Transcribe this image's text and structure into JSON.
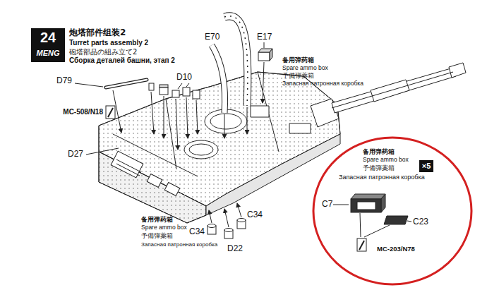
{
  "diagram": {
    "title": "炮塔部件组装2",
    "nodes": [
      {
        "text": [
          "24",
          "MENG"
        ]
      },
      {
        "text": [
          "备用弹药箱",
          "Spare ammo box",
          "予備弾薬箱",
          "Запасная патронная коробка",
          "C7",
          "C23",
          "MC-203/N78"
        ]
      },
      {
        "text": [
          "×5"
        ],
        "in": 1
      }
    ],
    "labels": [
      "Turret parts assembly 2",
      "砲塔部品の組み立て2",
      "Сборка деталей башни, этап 2",
      "D79",
      "MC-508/N18",
      "E70",
      "E17",
      "D10",
      "备用弹药箱",
      "Spare ammo box",
      "予備弾薬箱",
      "Запасная патронная коробка",
      "D27",
      "C34",
      "备用弹药箱",
      "Spare ammo box",
      "予備弾薬箱",
      "Запасная патронная коробка",
      "C34",
      "D22"
    ]
  }
}
